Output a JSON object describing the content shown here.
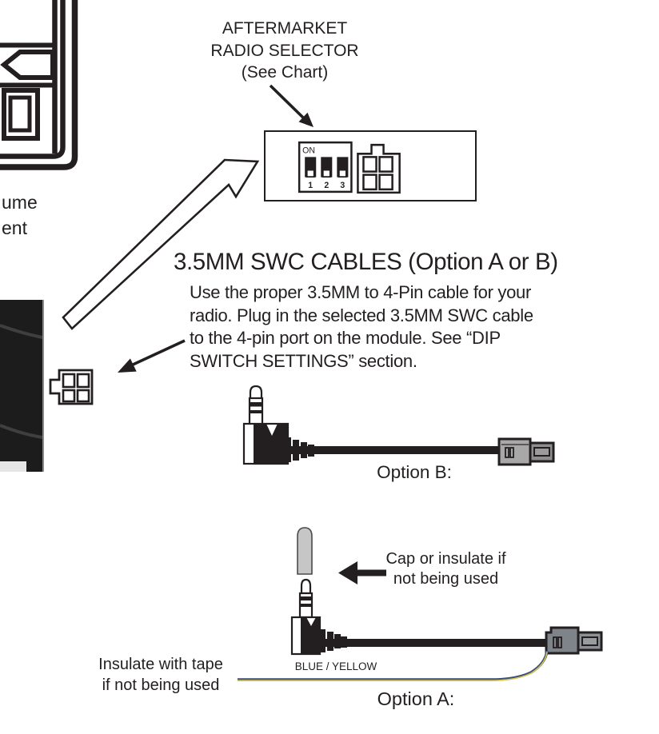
{
  "colors": {
    "ink": "#231f20",
    "connector_light_gray": "#a8a8a8",
    "connector_mid_gray": "#8e8e8e",
    "connector_a_gray": "#7f838a",
    "cap_gray": "#c6c6c6",
    "wire_blue": "#3c4f7a",
    "wire_yellow": "#d9c64a"
  },
  "selector_callout": {
    "line1": "AFTERMARKET",
    "line2": "RADIO SELECTOR",
    "line3": "(See Chart)"
  },
  "dip_switch": {
    "on_label": "ON",
    "switch1": "1",
    "switch2": "2",
    "switch3": "3"
  },
  "left_truncated_text": {
    "line1": "ume",
    "line2": "ent"
  },
  "swc_section": {
    "heading": "3.5MM SWC CABLES (Option A or B)",
    "body_line1": "Use the proper 3.5MM to 4-Pin cable for your",
    "body_line2": "radio. Plug in the selected 3.5MM SWC cable",
    "body_line3": "to the 4-pin port on the module. See “DIP",
    "body_line4": "SWITCH SETTINGS” section."
  },
  "option_b": {
    "label": "Option B:"
  },
  "option_a": {
    "label": "Option A:",
    "cap_note_line1": "Cap or insulate if",
    "cap_note_line2": "not being used",
    "wire_label": "BLUE / YELLOW",
    "tape_note_line1": "Insulate with tape",
    "tape_note_line2": "if not being used"
  }
}
